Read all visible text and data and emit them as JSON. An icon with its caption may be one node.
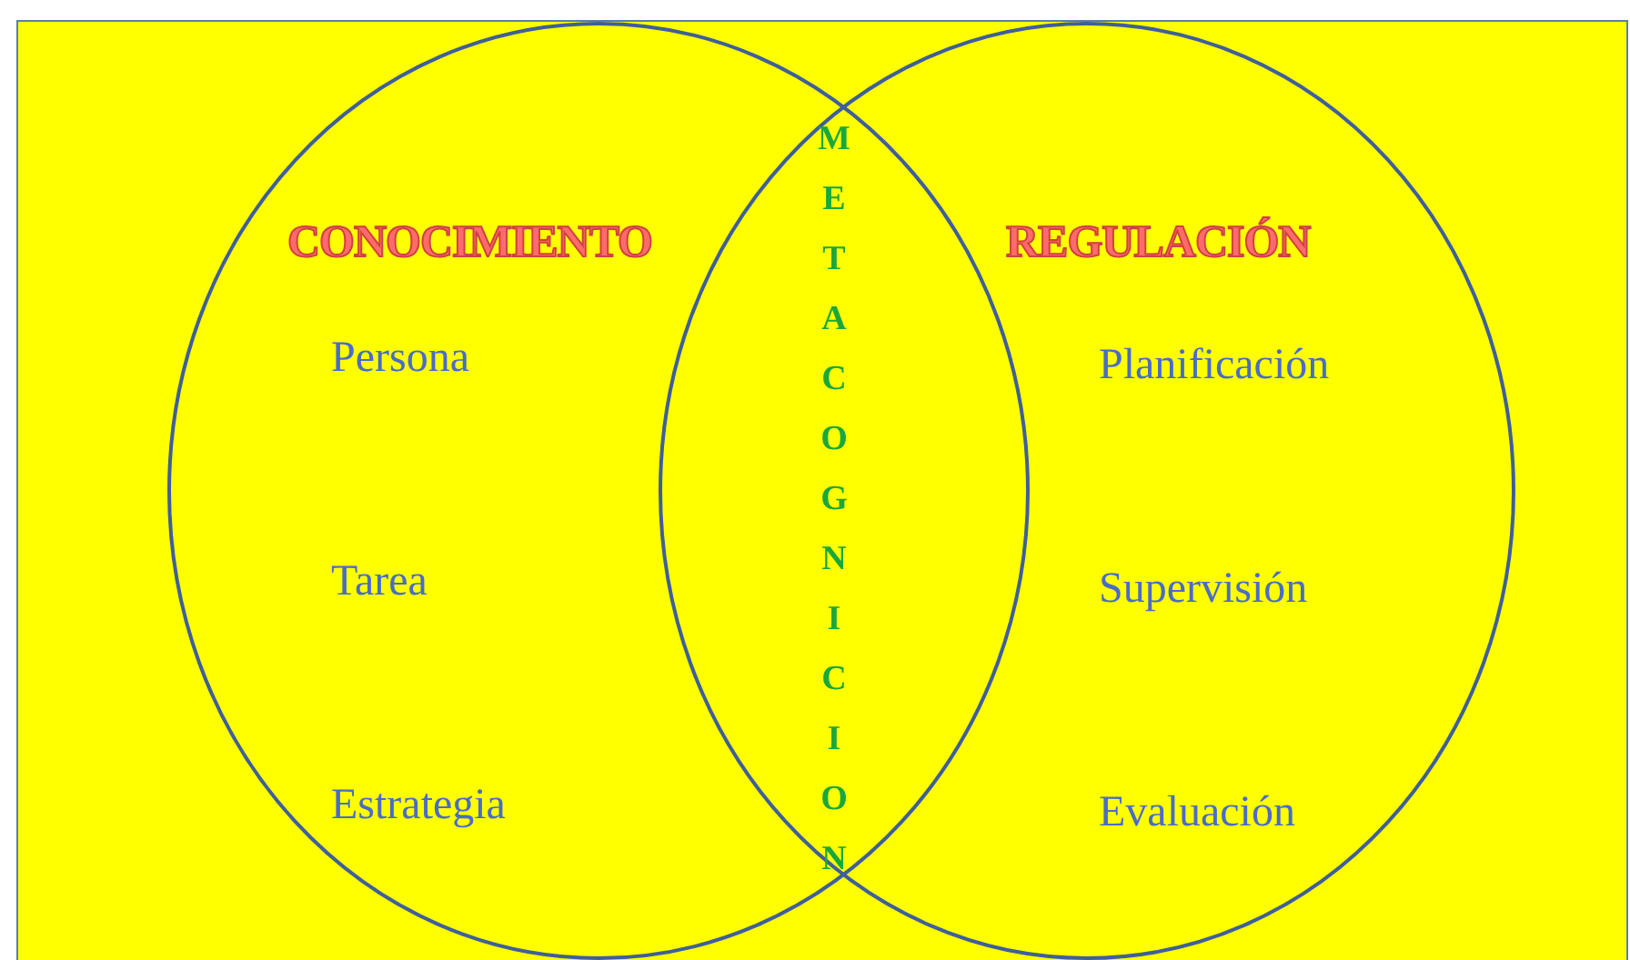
{
  "diagram": {
    "nodes": [
      {
        "text": [
          "CONOCIMIENTO",
          "Persona",
          "Tarea",
          "Estrategia"
        ]
      },
      {
        "text": [
          "REGULACIÓN",
          "Planificación",
          "Supervisión",
          "Evaluación"
        ]
      }
    ],
    "labels": [
      "METACOGNICION"
    ]
  }
}
